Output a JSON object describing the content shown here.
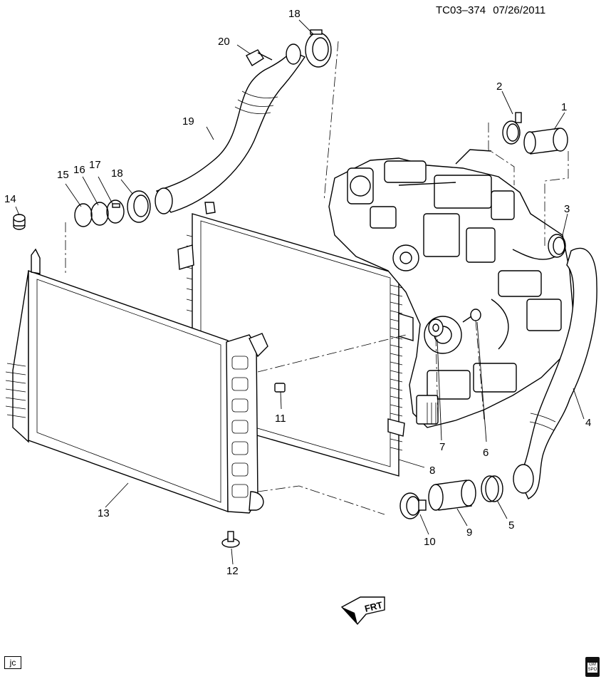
{
  "header": {
    "figure_code": "TC03–374",
    "date": "07/26/2011"
  },
  "callouts": {
    "c1": "1",
    "c2": "2",
    "c3": "3",
    "c4": "4",
    "c5": "5",
    "c6": "6",
    "c7": "7",
    "c8": "8",
    "c9": "9",
    "c10": "10",
    "c11": "11",
    "c12": "12",
    "c13": "13",
    "c14": "14",
    "c15": "15",
    "c16": "16",
    "c17": "17",
    "c18a": "18",
    "c18b": "18",
    "c19": "19",
    "c20": "20"
  },
  "front_indicator": {
    "label": "FRT",
    "icon": "front-arrow-icon"
  },
  "footer": {
    "initials": "jc",
    "logo_lines": [
      "GM",
      "SPO"
    ],
    "logo_icon": "gm-spo-logo-icon"
  }
}
